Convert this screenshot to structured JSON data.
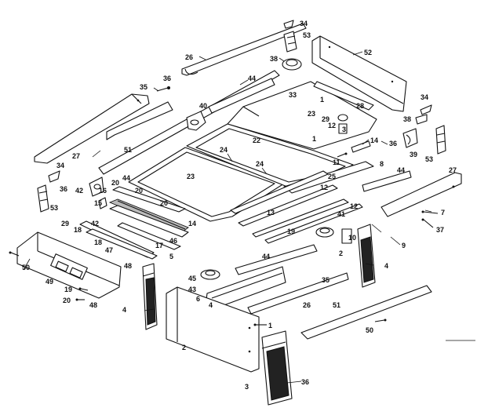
{
  "diagram": {
    "callouts": [
      {
        "id": "c34a",
        "text": "34"
      },
      {
        "id": "c53a",
        "text": "53"
      },
      {
        "id": "c26a",
        "text": "26"
      },
      {
        "id": "c52",
        "text": "52"
      },
      {
        "id": "c38a",
        "text": "38"
      },
      {
        "id": "c35a",
        "text": "35"
      },
      {
        "id": "c36a",
        "text": "36"
      },
      {
        "id": "c44a",
        "text": "44"
      },
      {
        "id": "c1a",
        "text": "1"
      },
      {
        "id": "c33",
        "text": "33"
      },
      {
        "id": "c28a",
        "text": "28"
      },
      {
        "id": "c40",
        "text": "40"
      },
      {
        "id": "c29",
        "text": "29"
      },
      {
        "id": "c23a",
        "text": "23"
      },
      {
        "id": "c12a",
        "text": "12"
      },
      {
        "id": "c34b",
        "text": "34"
      },
      {
        "id": "c38b",
        "text": "38"
      },
      {
        "id": "c3a",
        "text": "3"
      },
      {
        "id": "c1b",
        "text": "1"
      },
      {
        "id": "c14a",
        "text": "14"
      },
      {
        "id": "c36b",
        "text": "36"
      },
      {
        "id": "c39",
        "text": "39"
      },
      {
        "id": "c53b",
        "text": "53"
      },
      {
        "id": "c27a",
        "text": "27"
      },
      {
        "id": "c51a",
        "text": "51"
      },
      {
        "id": "c22",
        "text": "22"
      },
      {
        "id": "c24a",
        "text": "24"
      },
      {
        "id": "c24b",
        "text": "24"
      },
      {
        "id": "c11",
        "text": "11"
      },
      {
        "id": "c8",
        "text": "8"
      },
      {
        "id": "c44b",
        "text": "44"
      },
      {
        "id": "c27b",
        "text": "27"
      },
      {
        "id": "c34c",
        "text": "34"
      },
      {
        "id": "c36c",
        "text": "36"
      },
      {
        "id": "c25",
        "text": "25"
      },
      {
        "id": "c12b",
        "text": "12"
      },
      {
        "id": "c44c",
        "text": "44"
      },
      {
        "id": "c23b",
        "text": "23"
      },
      {
        "id": "c16",
        "text": "16"
      },
      {
        "id": "c20a",
        "text": "20"
      },
      {
        "id": "c42a",
        "text": "42"
      },
      {
        "id": "c20b",
        "text": "20"
      },
      {
        "id": "c53c",
        "text": "53"
      },
      {
        "id": "c15",
        "text": "15"
      },
      {
        "id": "c20c",
        "text": "20"
      },
      {
        "id": "c41",
        "text": "41"
      },
      {
        "id": "c12c",
        "text": "12"
      },
      {
        "id": "c13",
        "text": "13"
      },
      {
        "id": "c7",
        "text": "7"
      },
      {
        "id": "c10",
        "text": "10"
      },
      {
        "id": "c19a",
        "text": "19"
      },
      {
        "id": "c2a",
        "text": "2"
      },
      {
        "id": "c9",
        "text": "9"
      },
      {
        "id": "c37",
        "text": "37"
      },
      {
        "id": "c29b",
        "text": "29"
      },
      {
        "id": "c18a",
        "text": "18"
      },
      {
        "id": "c42b",
        "text": "42"
      },
      {
        "id": "c14b",
        "text": "14"
      },
      {
        "id": "c17",
        "text": "17"
      },
      {
        "id": "c46a",
        "text": "46"
      },
      {
        "id": "c18b",
        "text": "18"
      },
      {
        "id": "c47",
        "text": "47"
      },
      {
        "id": "c5",
        "text": "5"
      },
      {
        "id": "c48a",
        "text": "48"
      },
      {
        "id": "c50a",
        "text": "50"
      },
      {
        "id": "c49",
        "text": "49"
      },
      {
        "id": "c4a",
        "text": "4"
      },
      {
        "id": "c44d",
        "text": "44"
      },
      {
        "id": "c19b",
        "text": "19"
      },
      {
        "id": "c20d",
        "text": "20"
      },
      {
        "id": "c48b",
        "text": "48"
      },
      {
        "id": "c45",
        "text": "45"
      },
      {
        "id": "c43",
        "text": "43"
      },
      {
        "id": "c6",
        "text": "6"
      },
      {
        "id": "c35b",
        "text": "35"
      },
      {
        "id": "c4b",
        "text": "4"
      },
      {
        "id": "c4c",
        "text": "4"
      },
      {
        "id": "c26b",
        "text": "26"
      },
      {
        "id": "c51b",
        "text": "51"
      },
      {
        "id": "c1c",
        "text": "1"
      },
      {
        "id": "c50b",
        "text": "50"
      },
      {
        "id": "c2b",
        "text": "2"
      },
      {
        "id": "c3b",
        "text": "3"
      },
      {
        "id": "c36d",
        "text": "36"
      }
    ]
  }
}
